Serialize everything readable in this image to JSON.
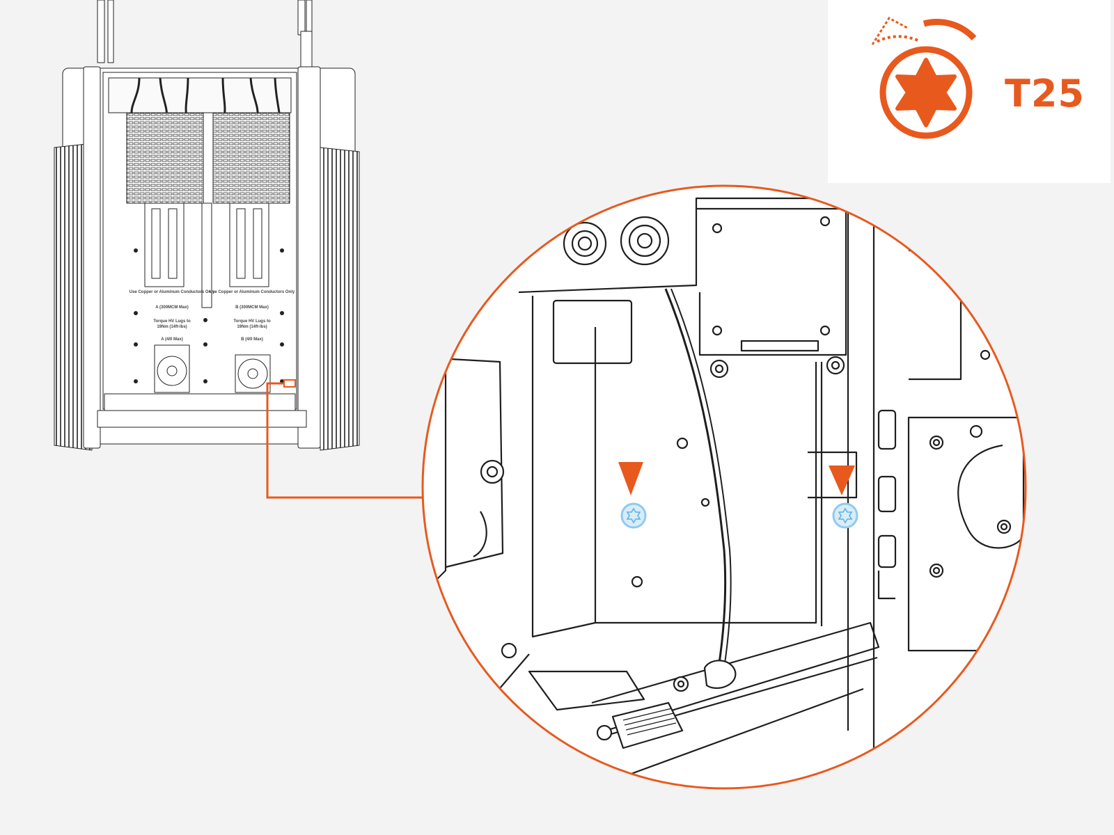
{
  "tool": {
    "label": "T25",
    "icon": "torx-t25-icon",
    "rotation_arrow_icon": "counterclockwise-rotation-arrow-icon"
  },
  "panel_labels": {
    "conductors_left": "Use Copper or Aluminum Conductors Only",
    "conductors_right": "Use Copper or Aluminum Conductors Only",
    "a_300": "A (300MCM Max)",
    "b_300": "B (300MCM Max)",
    "torque_left_1": "Torque HV Lugs to",
    "torque_left_2": "19Nm (14ft-lbs)",
    "torque_right_1": "Torque HV Lugs to",
    "torque_right_2": "19Nm (14ft-lbs)",
    "a_40": "A (4/0 Max)",
    "b_40": "B (4/0 Max)"
  },
  "colors": {
    "accent": "#e8591e",
    "background": "#f3f3f3",
    "screw_highlight": "#8ecbee",
    "line": "#222222"
  },
  "callouts": {
    "screw_count": 2,
    "marker_icon": "orange-triangle-marker-icon",
    "screw_icon": "torx-screw-icon"
  }
}
